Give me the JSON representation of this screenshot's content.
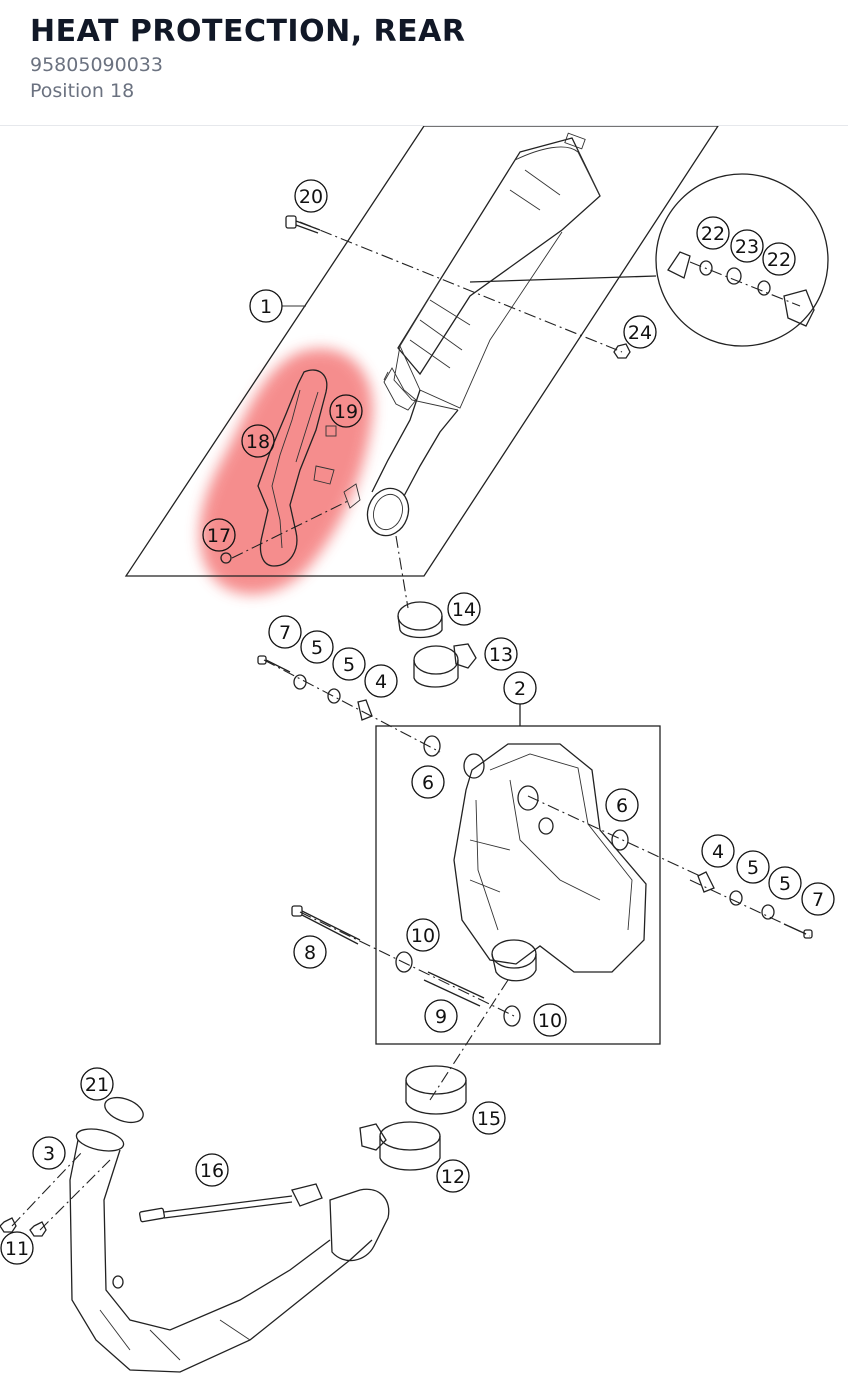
{
  "header": {
    "title": "HEAT PROTECTION, REAR",
    "part_number": "95805090033",
    "position": "Position 18"
  },
  "diagram": {
    "highlight_color": "#f47a7a",
    "callouts": [
      {
        "id": "c1",
        "label": "1"
      },
      {
        "id": "c2",
        "label": "2"
      },
      {
        "id": "c3",
        "label": "3"
      },
      {
        "id": "c4a",
        "label": "4"
      },
      {
        "id": "c4b",
        "label": "4"
      },
      {
        "id": "c5a",
        "label": "5"
      },
      {
        "id": "c5b",
        "label": "5"
      },
      {
        "id": "c5c",
        "label": "5"
      },
      {
        "id": "c5d",
        "label": "5"
      },
      {
        "id": "c6a",
        "label": "6"
      },
      {
        "id": "c6b",
        "label": "6"
      },
      {
        "id": "c7a",
        "label": "7"
      },
      {
        "id": "c7b",
        "label": "7"
      },
      {
        "id": "c8",
        "label": "8"
      },
      {
        "id": "c9",
        "label": "9"
      },
      {
        "id": "c10a",
        "label": "10"
      },
      {
        "id": "c10b",
        "label": "10"
      },
      {
        "id": "c11",
        "label": "11"
      },
      {
        "id": "c12",
        "label": "12"
      },
      {
        "id": "c13",
        "label": "13"
      },
      {
        "id": "c14",
        "label": "14"
      },
      {
        "id": "c15",
        "label": "15"
      },
      {
        "id": "c16",
        "label": "16"
      },
      {
        "id": "c17",
        "label": "17"
      },
      {
        "id": "c18",
        "label": "18"
      },
      {
        "id": "c19",
        "label": "19"
      },
      {
        "id": "c20",
        "label": "20"
      },
      {
        "id": "c21",
        "label": "21"
      },
      {
        "id": "c22a",
        "label": "22"
      },
      {
        "id": "c22b",
        "label": "22"
      },
      {
        "id": "c23",
        "label": "23"
      },
      {
        "id": "c24",
        "label": "24"
      }
    ]
  }
}
